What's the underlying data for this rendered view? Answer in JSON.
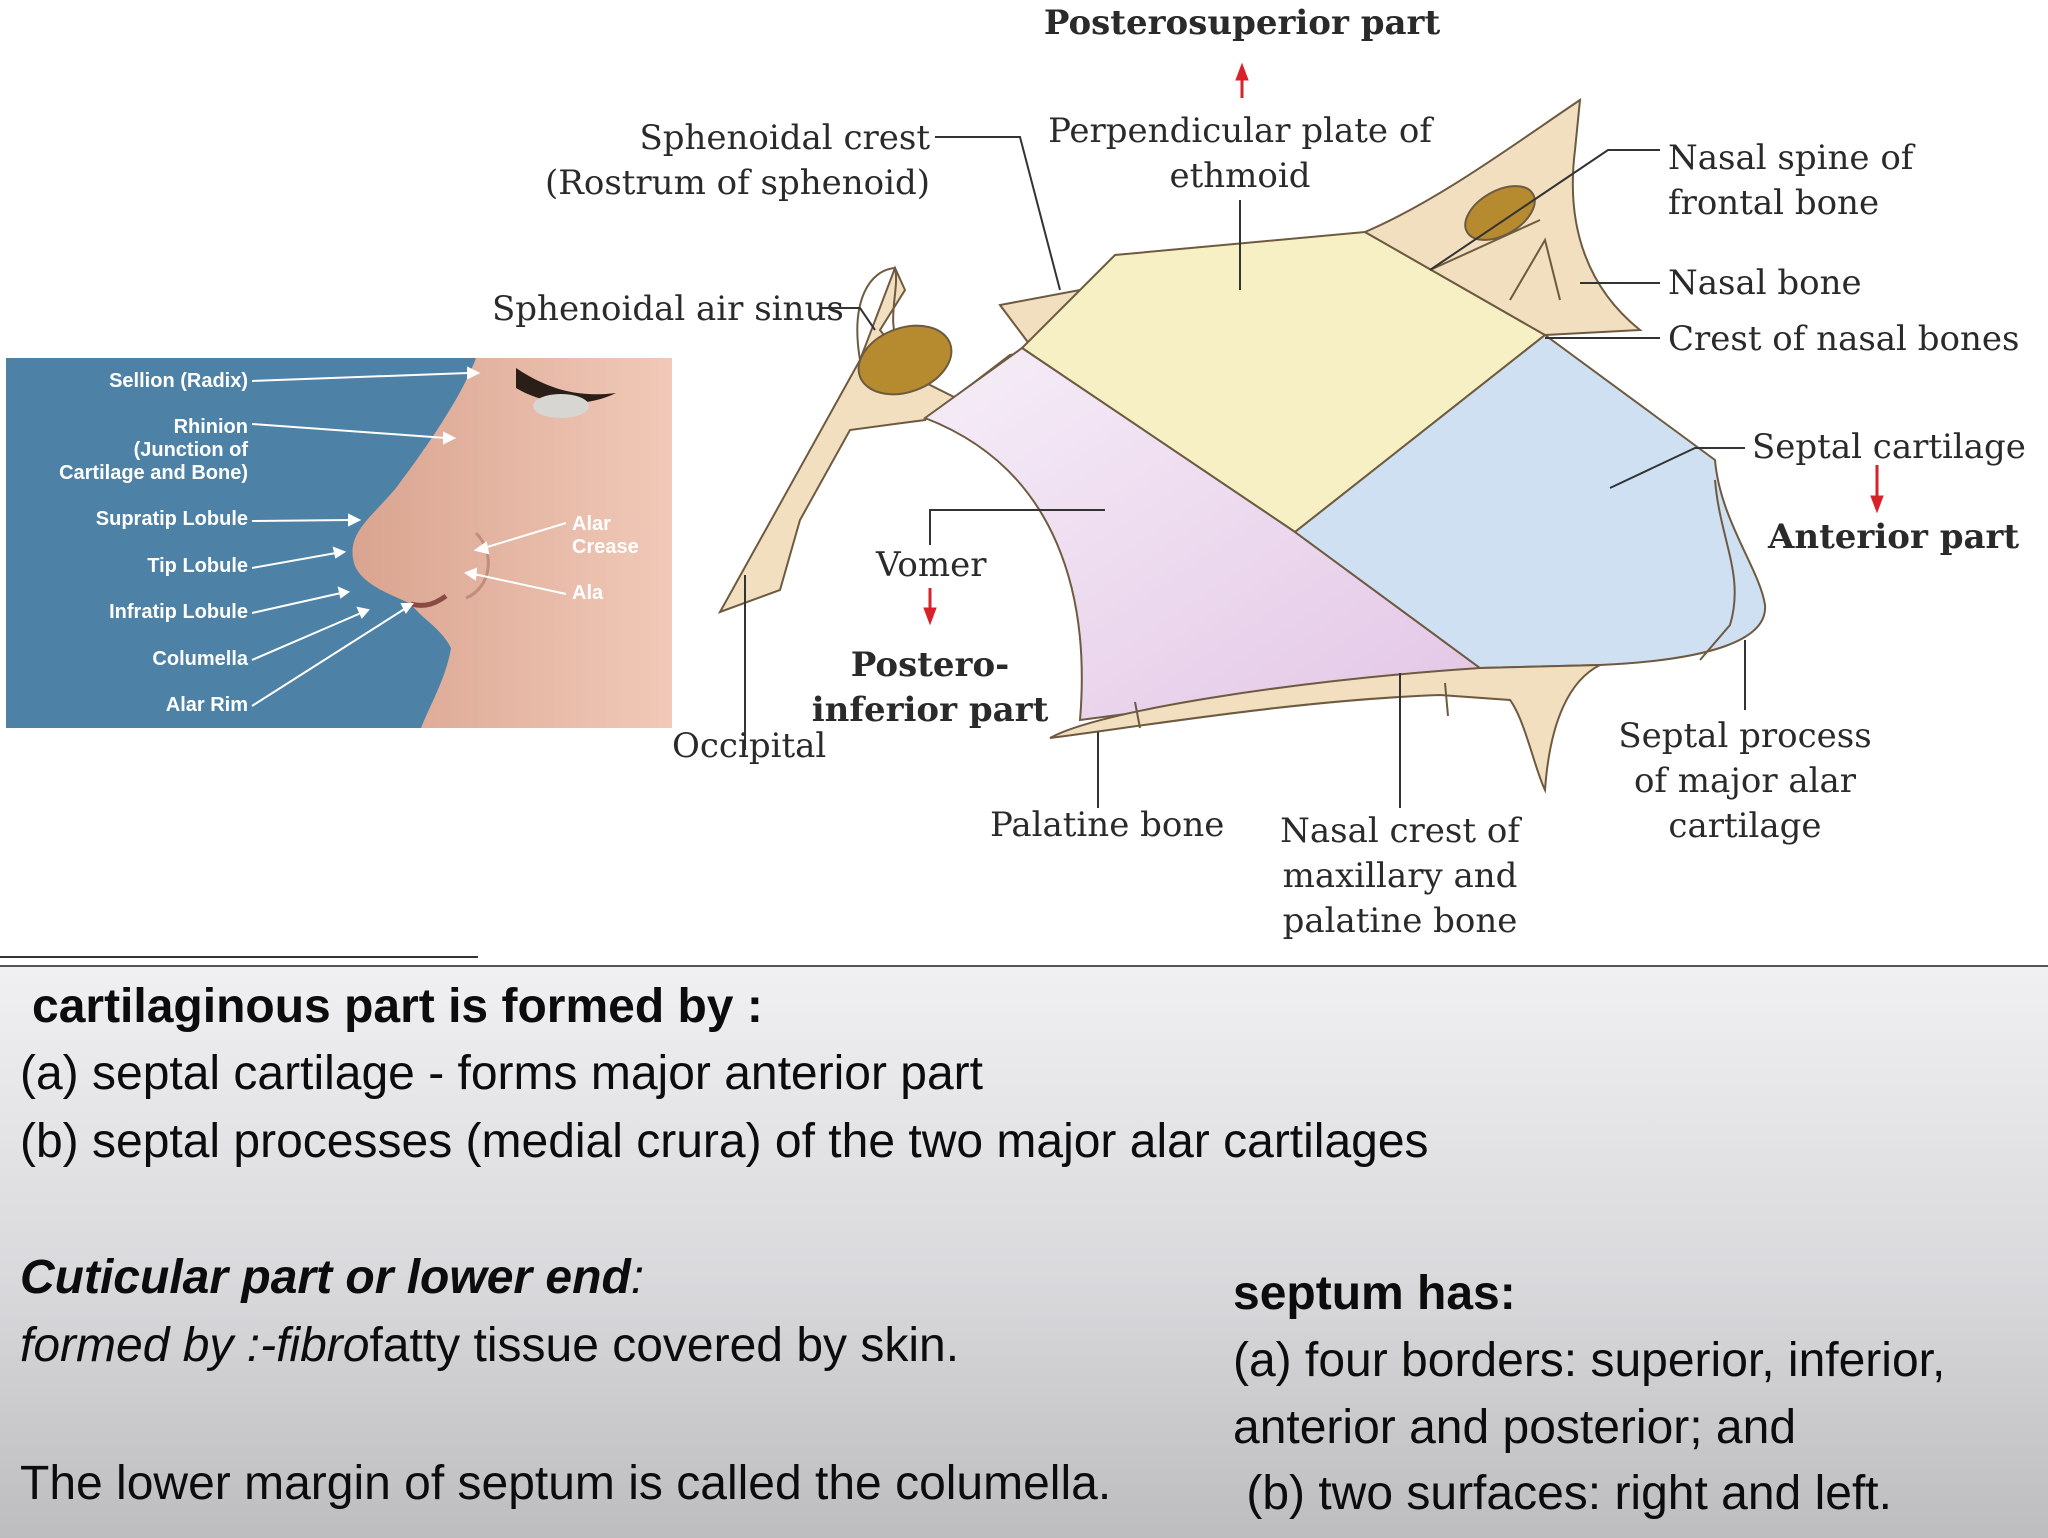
{
  "diagram": {
    "labels": {
      "posterosuperior": "Posterosuperior part",
      "sphenoidal_crest": "Sphenoidal crest",
      "rostrum": "(Rostrum of sphenoid)",
      "perp_plate_1": "Perpendicular plate of",
      "perp_plate_2": "ethmoid",
      "nasal_spine_1": "Nasal spine of",
      "nasal_spine_2": "frontal bone",
      "sphenoidal_sinus": "Sphenoidal air sinus",
      "nasal_bone": "Nasal bone",
      "crest_nasal": "Crest of nasal bones",
      "septal_cartilage": "Septal cartilage",
      "anterior_part": "Anterior part",
      "vomer": "Vomer",
      "posteroinferior_1": "Postero-",
      "posteroinferior_2": "inferior part",
      "occipital": "Occipital",
      "palatine_bone": "Palatine bone",
      "nasal_crest_1": "Nasal crest of",
      "nasal_crest_2": "maxillary and",
      "nasal_crest_3": "palatine bone",
      "septal_process_1": "Septal process",
      "septal_process_2": "of major alar",
      "septal_process_3": "cartilage"
    },
    "colors": {
      "bone": "#f1dfbf",
      "ethmoid": "#f6f0c4",
      "vomer": "#ecdcef",
      "cartilage": "#cfe0f3",
      "sinus": "#b68a2e",
      "arrow": "#d8222a"
    }
  },
  "photo": {
    "labels_left": [
      "Sellion (Radix)",
      "Rhinion",
      "(Junction of",
      "Cartilage and Bone)",
      "Supratip Lobule",
      "Tip Lobule",
      "Infratip Lobule",
      "Columella",
      "Alar Rim"
    ],
    "alar_crease_1": "Alar",
    "alar_crease_2": "Crease",
    "ala": "Ala"
  },
  "text": {
    "heading": "cartilaginous part is formed by :",
    "item_a": "(a) septal cartilage - forms  major anterior part",
    "item_b": "(b)  septal processes (medial crura) of the two major alar cartilages",
    "cuticular_heading": "Cuticular part or lower end",
    "cuticular_colon": ":",
    "formed_by_1": "formed by :-fibro",
    "formed_by_2": "fatty tissue covered by skin.",
    "columella": "The lower margin of septum is called the columella.",
    "septum_heading": "septum has:",
    "septum_a1": "(a) four borders: superior, inferior,",
    "septum_a2": "anterior and posterior; and",
    "septum_b": " (b) two surfaces: right and left."
  }
}
